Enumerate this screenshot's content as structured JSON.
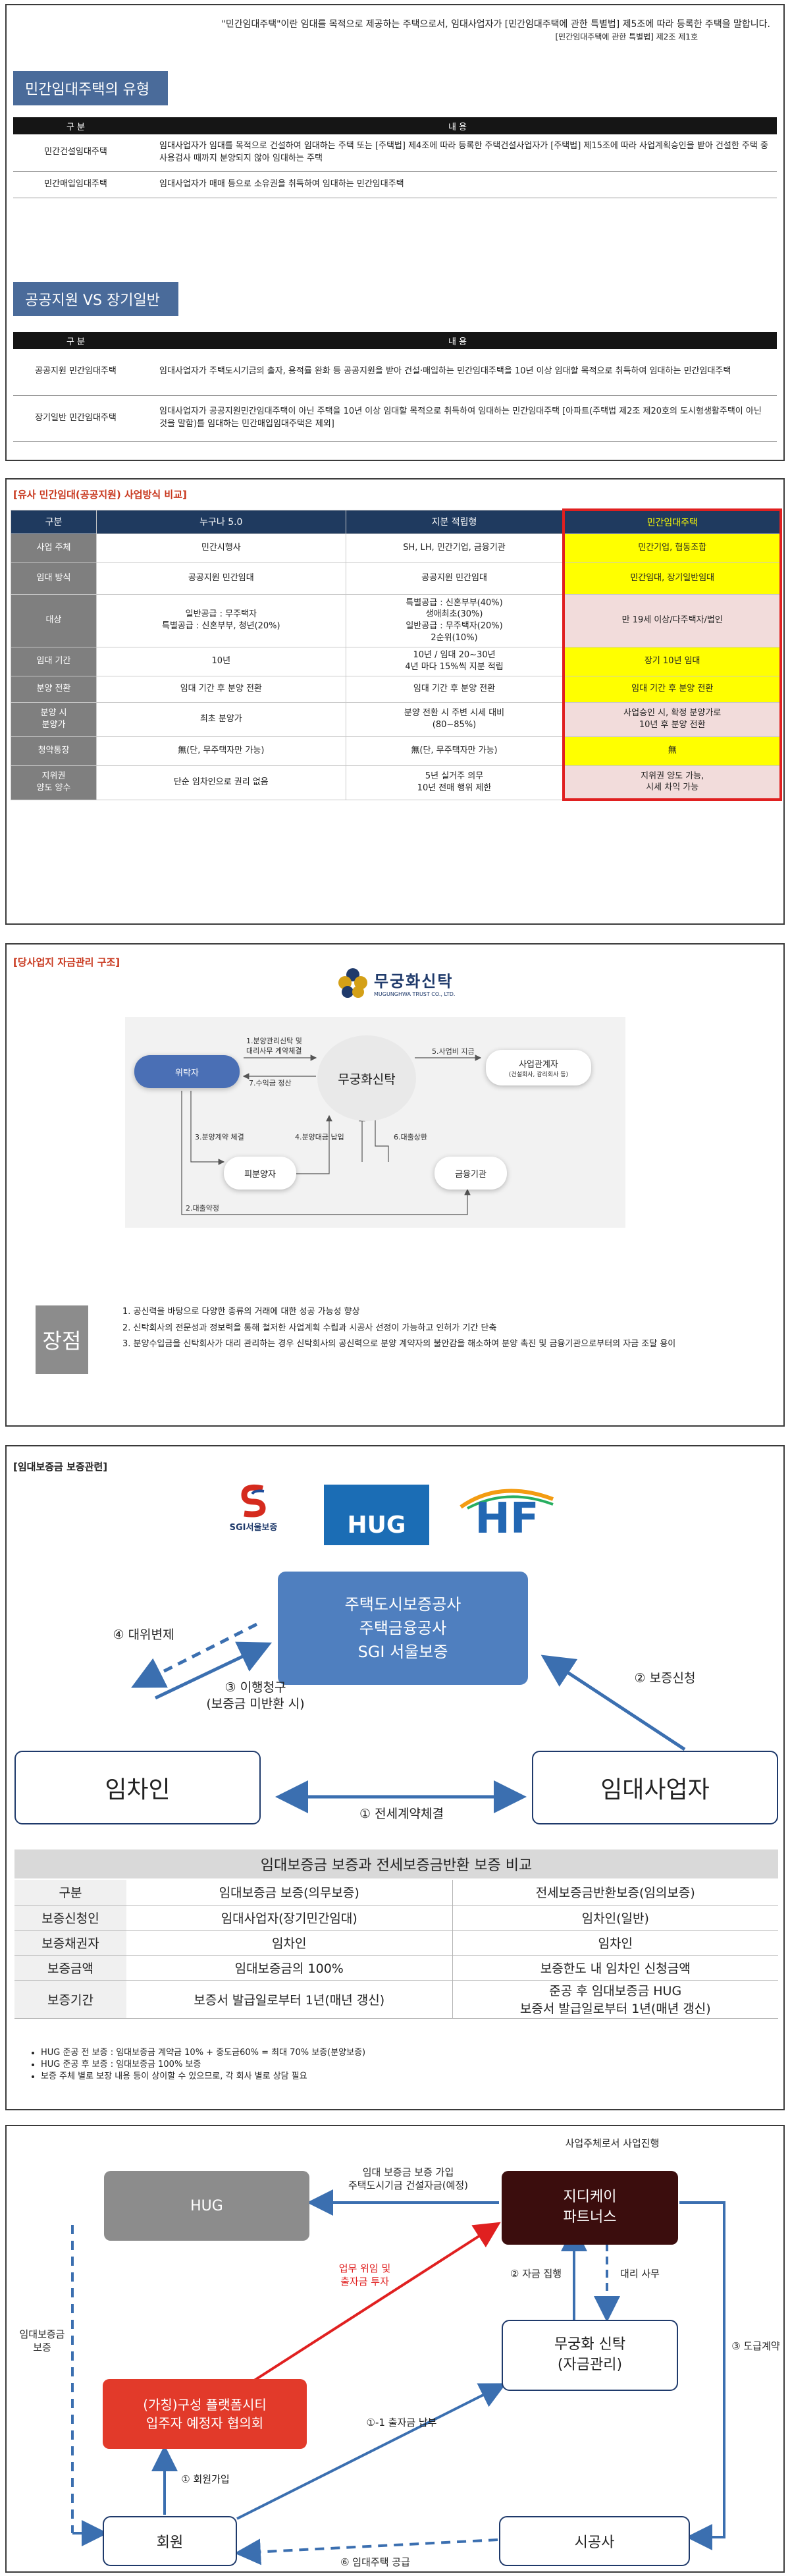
{
  "panel1": {
    "intro_line1": "\"민간임대주택\"이란 임대를 목적으로 제공하는 주택으로서, 임대사업자가 [민간임대주택에 관한 특별법] 제5조에 따라 등록한 주택을 말합니다.",
    "intro_line2": "[민간임대주택에 관한 특별법] 제2조 제1호",
    "section1_title": "민간임대주택의 유형",
    "table_head": [
      "구 분",
      "내 용"
    ],
    "types": [
      {
        "key": "민간건설임대주택",
        "value": "임대사업자가 임대를 목적으로 건설하여 임대하는 주택 또는 [주택법] 제4조에 따라 등록한 주택건설사업자가 [주택법] 제15조에 따라 사업계획승인을 받아 건설한 주택 중 사용검사 때까지 분양되지 않아 임대하는 주택"
      },
      {
        "key": "민간매입임대주택",
        "value": "임대사업자가 매매 등으로 소유권을 취득하여 임대하는 민간임대주택"
      }
    ],
    "section2_title": "공공지원 VS 장기일반",
    "compare": [
      {
        "key": "공공지원 민간임대주택",
        "value": "임대사업자가 주택도시기금의 출자, 용적률 완화 등 공공지원을 받아 건설·매입하는 민간임대주택을 10년 이상 임대할 목적으로 취득하여 임대하는 민간임대주택"
      },
      {
        "key": "장기일반 민간임대주택",
        "value": "임대사업자가 공공지원민간임대주택이 아닌 주택을 10년 이상 임대할 목적으로 취득하여 임대하는 민간임대주택 [아파트(주택법 제2조 제20호의 도시형생활주택이 아닌 것을 말함)를 임대하는 민간매입임대주택은 제외]"
      }
    ]
  },
  "panel2": {
    "title": "[유사 민간임대(공공지원) 사업방식 비교]",
    "headers": [
      "구분",
      "누구나 5.0",
      "지분 적립형",
      "민간임대주택"
    ],
    "rows": [
      {
        "k": "사업 주체",
        "a": "민간시행사",
        "b": "SH, LH, 민간기업, 금융기관",
        "c": "민간기업, 협동조합",
        "hl": "y"
      },
      {
        "k": "임대 방식",
        "a": "공공지원 민간임대",
        "b": "공공지원 민간임대",
        "c": "민간임대, 장기일반임대",
        "hl": "y"
      },
      {
        "k": "대상",
        "a": "일반공급 : 무주택자\n특별공급 : 신혼부부, 청년(20%)",
        "b": "특별공급 : 신혼부부(40%)\n생애최초(30%)\n일반공급 : 무주택자(20%)\n2순위(10%)",
        "c": "만 19세 이상/다주택자/법인",
        "hl": "p"
      },
      {
        "k": "임대 기간",
        "a": "10년",
        "b": "10년 / 임대 20~30년\n4년 마다 15%씩 지분 적립",
        "c": "장기 10년 임대",
        "hl": "y"
      },
      {
        "k": "분양 전환",
        "a": "임대 기간 후 분양 전환",
        "b": "임대 기간 후 분양 전환",
        "c": "임대 기간 후 분양 전환",
        "hl": "y"
      },
      {
        "k": "분양 시\n분양가",
        "a": "최초 분양가",
        "b": "분양 전환 시 주변 시세 대비\n(80~85%)",
        "c": "사업승인 시, 확정 분양가로\n10년 후 분양 전환",
        "hl": "p"
      },
      {
        "k": "청약통장",
        "a": "無(단, 무주택자만 가능)",
        "b": "無(단, 무주택자만 가능)",
        "c": "無",
        "hl": "y"
      },
      {
        "k": "지위권\n양도 양수",
        "a": "단순 임차인으로 권리 없음",
        "b": "5년 실거주 의무\n10년 전매 행위 제한",
        "c": "지위권 양도 가능,\n시세 차익 가능",
        "hl": "p"
      }
    ]
  },
  "panel3": {
    "title": "[당사업지 자금관리 구조]",
    "logo_ko": "무궁화신탁",
    "logo_en": "MUGUNGHWA TRUST CO., LTD.",
    "nodes": {
      "truster": "위탁자",
      "trust": "무궁화신탁",
      "contractor": "사업관계자",
      "contractor_sub": "(건설회사, 감리회사 등)",
      "buyer": "피분양자",
      "bank": "금융기관"
    },
    "edges": {
      "e1": "1.분양관리신탁 및\n대리사무 계약체결",
      "e7": "7.수익금 정산",
      "e5": "5.사업비 지급",
      "e3": "3.분양계약 체결",
      "e4": "4.분양대금 납입",
      "e6": "6.대출상환",
      "e2": "2.대출약정"
    },
    "merit_label": "장점",
    "merits": [
      "1. 공신력을 바탕으로 다양한 종류의 거래에 대한 성공 가능성 향상",
      "2. 신탁회사의 전문성과 정보력을 통해 철저한 사업계획 수립과 시공사 선정이 가능하고 인허가 기간 단축",
      "3. 분양수입금을 신탁회사가 대리 관리하는 경우 신탁회사의 공신력으로 분양 계약자의 불안감을 해소하여 분양 촉진 및 금융기관으로부터의 자금 조달 용이"
    ]
  },
  "panel4": {
    "title": "[임대보증금 보증관련]",
    "logos": {
      "sgi": "SGI서울보증",
      "hug": "HUG",
      "hf": "HF"
    },
    "guarantor_lines": [
      "주택도시보증공사",
      "주택금융공사",
      "SGI 서울보증"
    ],
    "tenant": "임차인",
    "landlord": "임대사업자",
    "arrow_labels": {
      "a1": "① 전세계약체결",
      "a2": "② 보증신청",
      "a3": "③ 이행청구\n(보증금 미반환 시)",
      "a4": "④ 대위변제"
    },
    "compare_title": "임대보증금 보증과 전세보증금반환 보증 비교",
    "compare_head": [
      "구분",
      "임대보증금 보증(의무보증)",
      "전세보증금반환보증(임의보증)"
    ],
    "compare_rows": [
      [
        "보증신청인",
        "임대사업자(장기민간임대)",
        "임차인(일반)"
      ],
      [
        "보증채권자",
        "임차인",
        "임차인"
      ],
      [
        "보증금액",
        "임대보증금의 100%",
        "보증한도 내 임차인 신청금액"
      ],
      [
        "보증기간",
        "보증서 발급일로부터 1년(매년 갱신)",
        "준공 후 임대보증금 HUG\n보증서 발급일로부터 1년(매년 갱신)"
      ]
    ],
    "notes": [
      "HUG 준공 전 보증 : 임대보증금 계약금 10% + 중도금60% = 최대 70% 보증(분양보증)",
      "HUG 준공 후 보증 : 임대보증금 100% 보증",
      "보증 주체 별로 보장 내용 등이 상이할 수 있으므로, 각 회사 별로 상담 필요"
    ]
  },
  "panel5": {
    "header_right": "사업주체로서 사업진행",
    "hug": "HUG",
    "gdk": "지디케이\n파트너스",
    "assoc": "(가칭)구성 플랫폼시티\n입주자 예정자 협의회",
    "mgh": "무궁화 신탁\n(자금관리)",
    "member": "회원",
    "builder": "시공사",
    "labels": {
      "top": "임대 보증금 보증 가입\n주택도시기금 건설자금(예정)",
      "left": "임대보증금\n보증",
      "red": "업무 위임 및\n출자금 투자",
      "fund": "② 자금 집행",
      "agency": "대리 사무",
      "contract": "③ 도급계약",
      "join": "① 회원가입",
      "pay": "①-1 출자금 납부",
      "supply": "⑥ 임대주택 공급"
    }
  }
}
